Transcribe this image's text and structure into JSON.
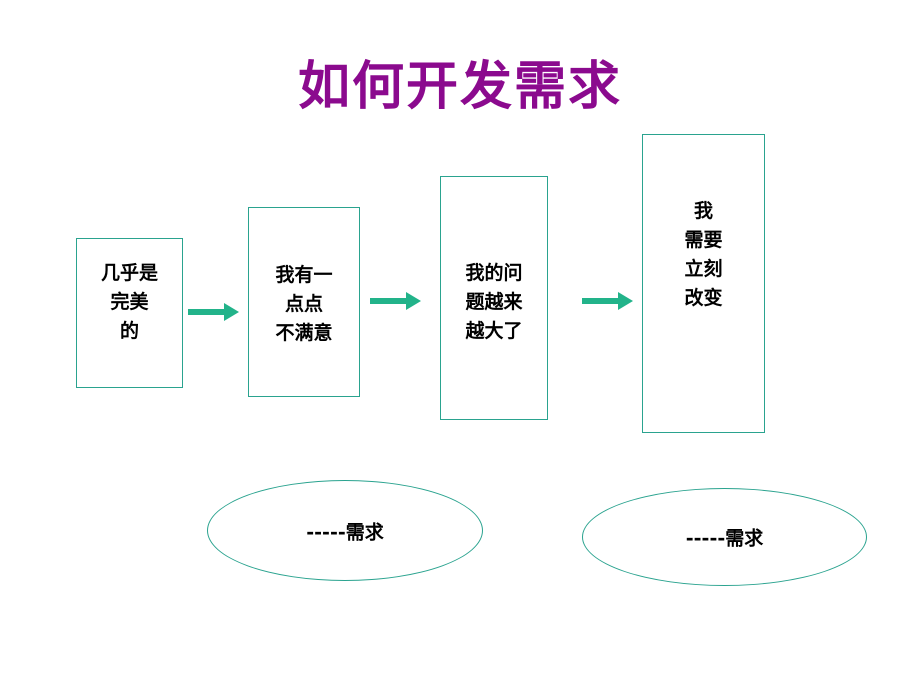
{
  "title": {
    "text": "如何开发需求",
    "color": "#8b0a8e"
  },
  "colors": {
    "box_border": "#2aa38f",
    "arrow": "#22b38a"
  },
  "stages": [
    {
      "text": "几乎是\n完美\n的"
    },
    {
      "text": "我有一\n点点\n不满意"
    },
    {
      "text": "我的问\n题越来\n越大了"
    },
    {
      "text": "我\n需要\n立刻\n改变"
    }
  ],
  "arrow_icon": "right-arrow-icon",
  "labels": [
    {
      "text": "-----需求"
    },
    {
      "text": "-----需求"
    }
  ]
}
